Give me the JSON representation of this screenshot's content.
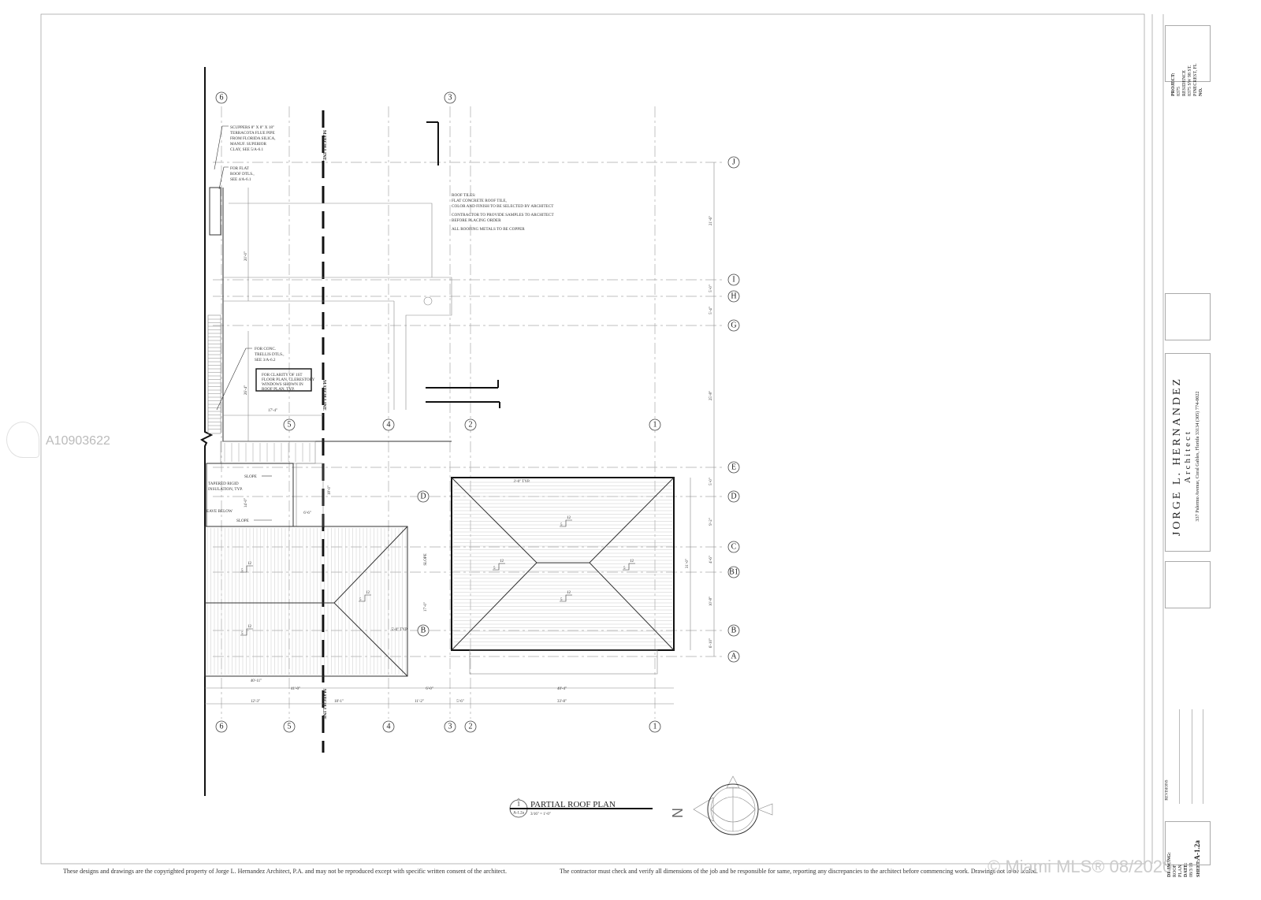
{
  "grid_columns": [
    "6",
    "5",
    "4",
    "3",
    "2",
    "1"
  ],
  "grid_rows": [
    "J",
    "I",
    "H",
    "G",
    "E",
    "D",
    "C",
    "B1",
    "B",
    "A"
  ],
  "grid_left_rows": [
    "D",
    "B"
  ],
  "match_line": "MATCH LINE",
  "notes": {
    "scuppers": [
      "SCUPPERS 8\" X 8\" X 18\"",
      "TERRACOTA FLUE PIPE",
      "FROM FLORIDA SILICA,",
      "MANUF. SUPERIOR",
      "CLAY, SEE 5/A-6.1"
    ],
    "flat_roof": [
      "FOR FLAT",
      "ROOF DTLS.,",
      "SEE 4/A-6.1"
    ],
    "roof_tiles": [
      "ROOF TILES:",
      "FLAT CONCRETE ROOF TILE,",
      "COLOR AND FINISH TO BE SELECTED BY ARCHITECT",
      "CONTRACTOR TO PROVIDE SAMPLES TO ARCHITECT",
      "BEFORE PLACING ORDER",
      "ALL ROOFING METALS TO BE COPPER"
    ],
    "trellis": [
      "FOR CONC.",
      "TRELLIS DTLS.,",
      "SEE 3/A-6.2"
    ],
    "clarity": [
      "FOR CLARITY OF 1ST",
      "FLOOR PLAN, CLERESTORY",
      "WINDOWS SHOWN IN",
      "ROOF PLAN, TYP."
    ],
    "tapered": [
      "TAPERED RIGID",
      "INSULATION, TYP."
    ],
    "eave": "EAVE BELOW",
    "slope": "SLOPE",
    "pitch_rise": "5",
    "pitch_run": "12"
  },
  "dimensions": {
    "right": [
      "21'-6\"",
      "5'-0\"",
      "5'-4\"",
      "25'-8\"",
      "5'-0\"",
      "9'-2\"",
      "4'-6\"",
      "10'-8\"",
      "6'-10\""
    ],
    "right_total": "31'-0\"",
    "bottom_row1": [
      "40'-11\"",
      "41'-0\"",
      "6'-0\"",
      "40'-4\""
    ],
    "bottom_row2": [
      "12'-3\"",
      "18'-1\"",
      "11'-2\"",
      "5'-6\"",
      "33'-8\""
    ],
    "misc": [
      "20'-0\"",
      "26'-4\"",
      "17'-4\"",
      "14'-0\"",
      "18'-0\"",
      "6'-6\"",
      "3'-0\" TYP.",
      "5'-0\" TYP.",
      "17'-0\""
    ]
  },
  "drawing_title": {
    "number": "1",
    "sheet_ref": "A-1.2a",
    "title": "PARTIAL ROOF PLAN",
    "scale": "3/16\" = 1'-0\""
  },
  "north_label": "N",
  "title_block": {
    "project_label": "PROJECT:",
    "project_lines": [
      "8375",
      "RESIDENCE",
      "8375 SW 98 ST.",
      "PINECREST, FL"
    ],
    "no_label": "NO.",
    "architect_name": "JORGE L. HERNANDEZ",
    "architect_title": "Architect",
    "address": "337 Palermo Avenue, Coral Gables, Florida 33134 (305) 774-0022",
    "revisions_label": "REVISIONS",
    "drawing_label": "DRAWING:",
    "drawing_lines": [
      "ROOF",
      "PLAN"
    ],
    "date_label": "DATE:",
    "date": "08/3/19",
    "sheet_label": "SHEET:",
    "sheet": "A-1.2a"
  },
  "footer": {
    "copyright": "These designs and drawings are the copyrighted property of Jorge L. Hernandez Architect, P.A. and may not be reproduced except with specific written consent of the architect.",
    "contractor": "The contractor must check and verify all dimensions of the job and be responsible for same, reporting any discrepancies to the architect before commencing work. Drawings not to be scaled."
  },
  "watermark": {
    "listing_id": "A10903622",
    "mls": "© Miami MLS® 08/2020"
  }
}
